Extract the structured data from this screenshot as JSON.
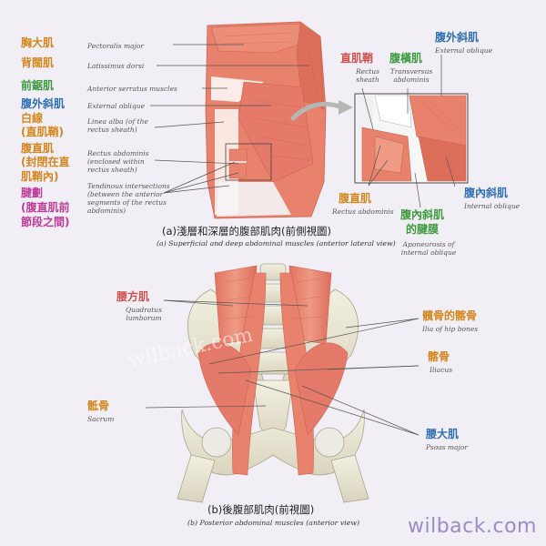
{
  "colors": {
    "background": "#f1eff5",
    "orange": "#d4861c",
    "green": "#3c9a3c",
    "blue": "#2f6fb5",
    "magenta": "#c03a9a",
    "red": "#d0504b",
    "muscle": "#e8826c",
    "bone": "#e9e5d2",
    "watermark": "#9a8cc9"
  },
  "sidebar": [
    {
      "text": "胸大肌",
      "color": "#d4861c"
    },
    {
      "text": "背闊肌",
      "color": "#d4861c"
    },
    {
      "text": "前鋸肌",
      "color": "#3c9a3c"
    },
    {
      "text": "腹外斜肌",
      "color": "#2f6fb5"
    },
    {
      "text": "白線",
      "color": "#d4861c"
    },
    {
      "text": "(直肌鞘)",
      "color": "#d4861c"
    },
    {
      "text": "腹直肌",
      "color": "#d4861c"
    },
    {
      "text": "(封閉在直",
      "color": "#d4861c"
    },
    {
      "text": "肌鞘內)",
      "color": "#d4861c"
    },
    {
      "text": "腱劃",
      "color": "#c03a9a"
    },
    {
      "text": "(腹直肌前",
      "color": "#c03a9a"
    },
    {
      "text": "節段之間)",
      "color": "#c03a9a"
    }
  ],
  "panel_a": {
    "labels": [
      "Pectoralis major",
      "Latissimus dorsi",
      "Anterior serratus muscles",
      "External oblique",
      "Linea alba (of the rectus sheath)",
      "Rectus abdominis (enclosed within rectus sheath)",
      "Tendinous intersections (between the anterior segments of the rectus abdominis)"
    ],
    "inset": {
      "rectus_sheath_zh": "直肌鞘",
      "rectus_sheath_en": "Rectus sheath",
      "transversus_zh": "腹橫肌",
      "transversus_en": "Transversus abdominis",
      "ext_oblique_zh": "腹外斜肌",
      "ext_oblique_en": "External oblique",
      "rectus_abd_zh": "腹直肌",
      "rectus_abd_en": "Rectus abdominis",
      "int_oblique_zh": "腹內斜肌",
      "int_oblique_en": "Internal oblique",
      "aponeurosis_zh1": "腹內斜肌",
      "aponeurosis_zh2": "的腱膜",
      "aponeurosis_en": "Aponeurosis of internal oblique"
    },
    "caption_zh": "(a)淺層和深層的腹部肌肉(前側視圖)",
    "caption_en": "(a) Superficial and deep abdominal muscles (anterior lateral view)"
  },
  "panel_b": {
    "quadratus_zh": "腰方肌",
    "quadratus_en": "Quadratus lumborum",
    "ilia_zh": "髖骨的髂骨",
    "ilia_en": "Ilia of hip bones",
    "iliacus_zh": "髂骨",
    "iliacus_en": "Iliacus",
    "sacrum_zh": "骶骨",
    "sacrum_en": "Sacrum",
    "psoas_zh": "腰大肌",
    "psoas_en": "Psoas major",
    "caption_zh": "(b)後腹部肌肉(前視圖)",
    "caption_en": "(b) Posterior abdominal muscles (anterior view)"
  },
  "watermark_center": "wilback.com",
  "watermark": "wilback.com"
}
